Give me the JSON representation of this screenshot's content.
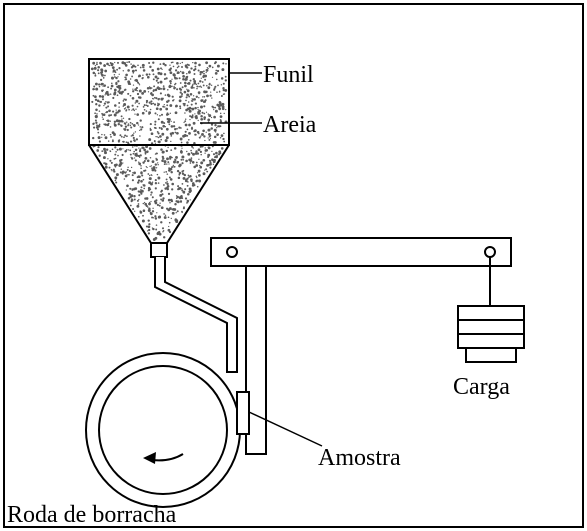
{
  "labels": {
    "funil": "Funil",
    "areia": "Areia",
    "carga": "Carga",
    "amostra": "Amostra",
    "roda": "Roda de borracha"
  },
  "colors": {
    "line": "#000000",
    "fill": "#ffffff",
    "sand": "#5a5a5a"
  }
}
